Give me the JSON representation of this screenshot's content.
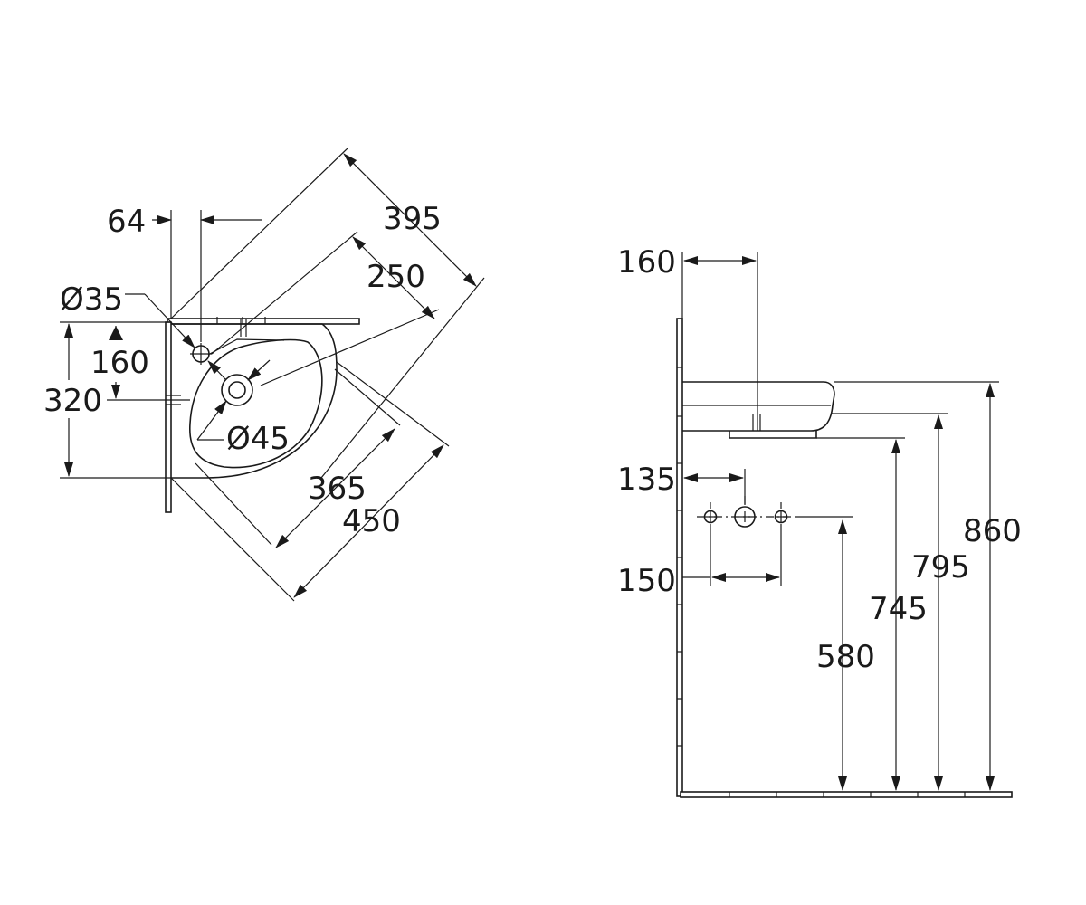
{
  "plan_view": {
    "dim_64": "64",
    "dim_395": "395",
    "dim_250": "250",
    "dim_dia35": "Ø35",
    "dim_160": "160",
    "dim_320": "320",
    "dim_dia45": "Ø45",
    "dim_365": "365",
    "dim_450": "450"
  },
  "elevation_view": {
    "dim_160": "160",
    "dim_135": "135",
    "dim_150": "150",
    "dim_580": "580",
    "dim_745": "745",
    "dim_795": "795",
    "dim_860": "860"
  }
}
